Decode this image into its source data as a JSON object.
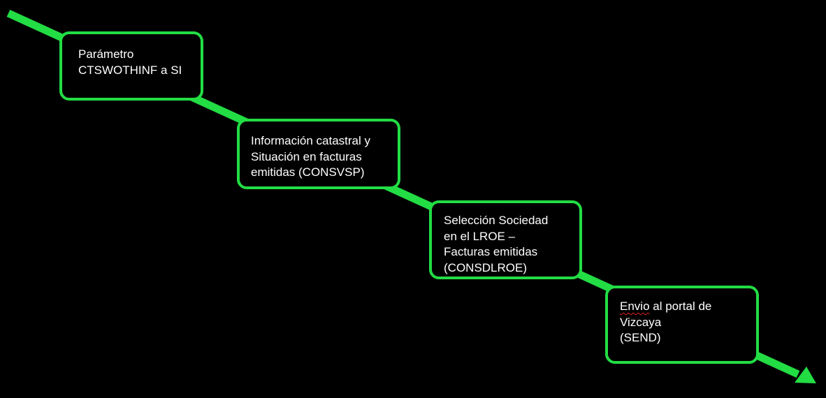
{
  "diagram": {
    "arrow_color": "#22dd44",
    "box_border_color": "#22dd44",
    "background_color": "#000000",
    "text_color": "#ffffff",
    "steps": [
      {
        "lines": [
          "Parámetro",
          "CTSWOTHINF a SI"
        ]
      },
      {
        "lines": [
          "Información catastral y",
          "Situación en facturas",
          "emitidas (CONSVSP)"
        ]
      },
      {
        "lines": [
          "Selección Sociedad",
          "en el LROE –",
          "Facturas emitidas",
          "(CONSDLROE)"
        ]
      },
      {
        "line1_word": "Envio",
        "line1_rest": " al portal de",
        "lines": [
          "",
          "Vizcaya",
          "(SEND)"
        ]
      }
    ]
  }
}
